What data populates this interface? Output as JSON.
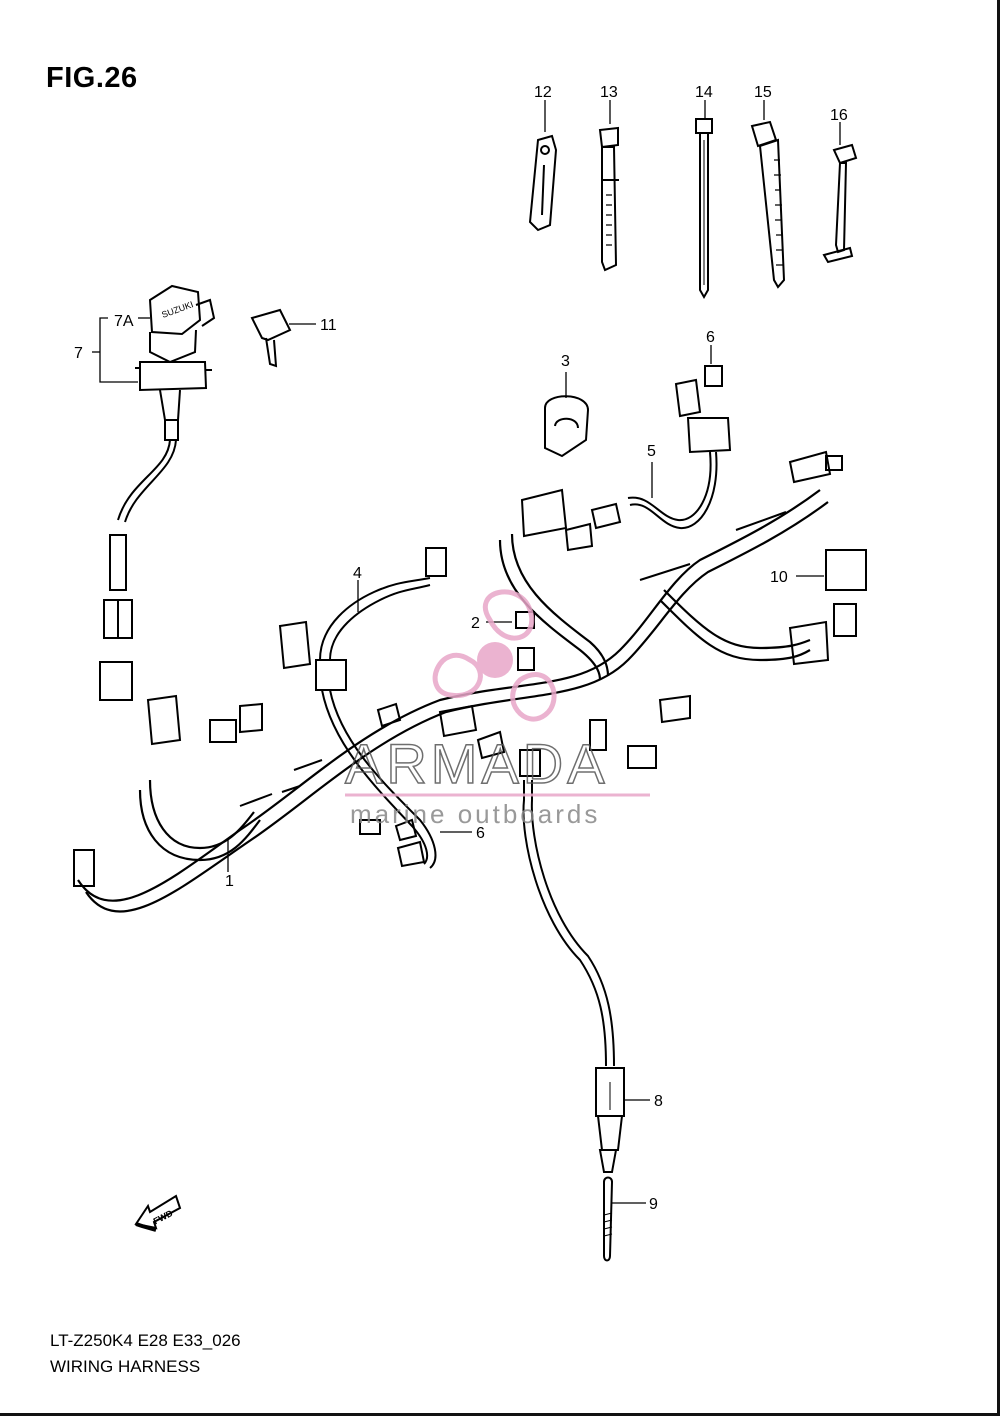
{
  "figure": {
    "title": "FIG.26",
    "code": "LT-Z250K4 E28 E33_026",
    "name": "WIRING HARNESS"
  },
  "callouts": {
    "c1": "1",
    "c2": "2",
    "c3": "3",
    "c4": "4",
    "c5": "5",
    "c6a": "6",
    "c6b": "6",
    "c7": "7",
    "c7a": "7A",
    "c8": "8",
    "c9": "9",
    "c10": "10",
    "c11": "11",
    "c12": "12",
    "c13": "13",
    "c14": "14",
    "c15": "15",
    "c16": "16"
  },
  "ignition_switch": {
    "brand": "SUZUKI"
  },
  "direction_arrow": {
    "label": "FWD"
  },
  "watermark": {
    "brand": "ARMADA",
    "tagline": "marine outboards",
    "color": "#e8a6c8"
  }
}
